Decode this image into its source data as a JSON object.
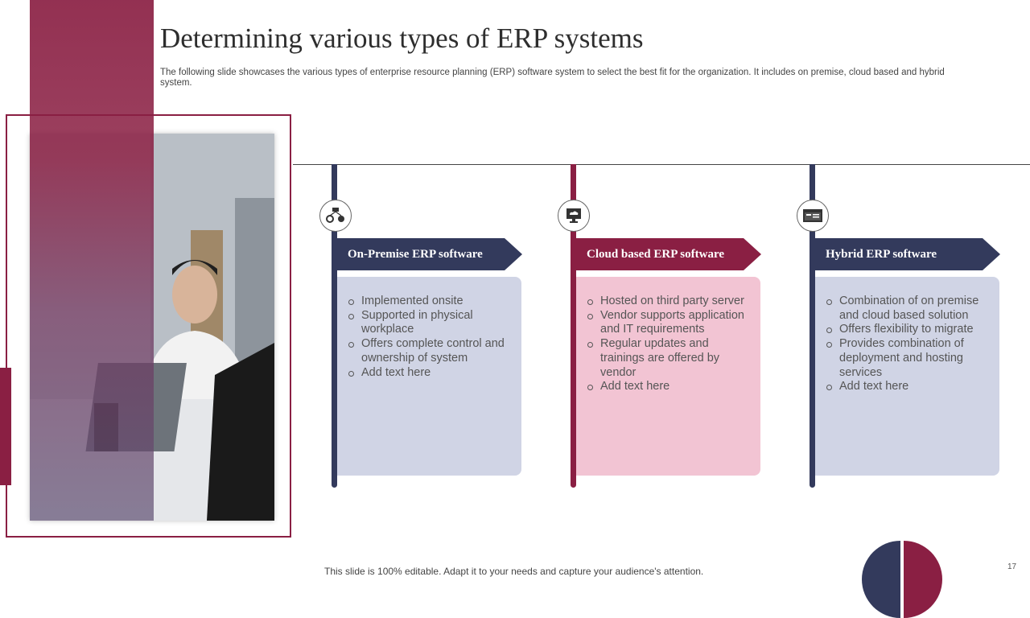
{
  "slide": {
    "title": "Determining various types of ERP systems",
    "subtitle": "The following slide showcases the various types of enterprise resource planning (ERP) software system to select the best fit for the organization. It includes on premise, cloud based and hybrid system.",
    "footer": "This slide is 100% editable. Adapt it to your needs and capture your audience's attention.",
    "page_number": "17"
  },
  "colors": {
    "maroon": "#8a1f43",
    "navy": "#333a5c",
    "lavender_card": "#d0d4e5",
    "pink_card": "#f2c4d3"
  },
  "columns": [
    {
      "icon": "server-gears-icon",
      "heading": "On-Premise ERP software",
      "items": [
        "Implemented onsite",
        "Supported in physical workplace",
        "Offers complete control and ownership of system",
        "Add text here"
      ]
    },
    {
      "icon": "cloud-monitor-icon",
      "heading": "Cloud based ERP software",
      "items": [
        "Hosted on third party server",
        "Vendor supports application and IT requirements",
        "Regular updates and trainings are offered by vendor",
        "Add text here"
      ]
    },
    {
      "icon": "browser-window-icon",
      "heading": "Hybrid ERP software",
      "items": [
        "Combination of on premise and cloud based solution",
        "Offers flexibility to migrate",
        "Provides combination of deployment and hosting services",
        "Add text here"
      ]
    }
  ]
}
